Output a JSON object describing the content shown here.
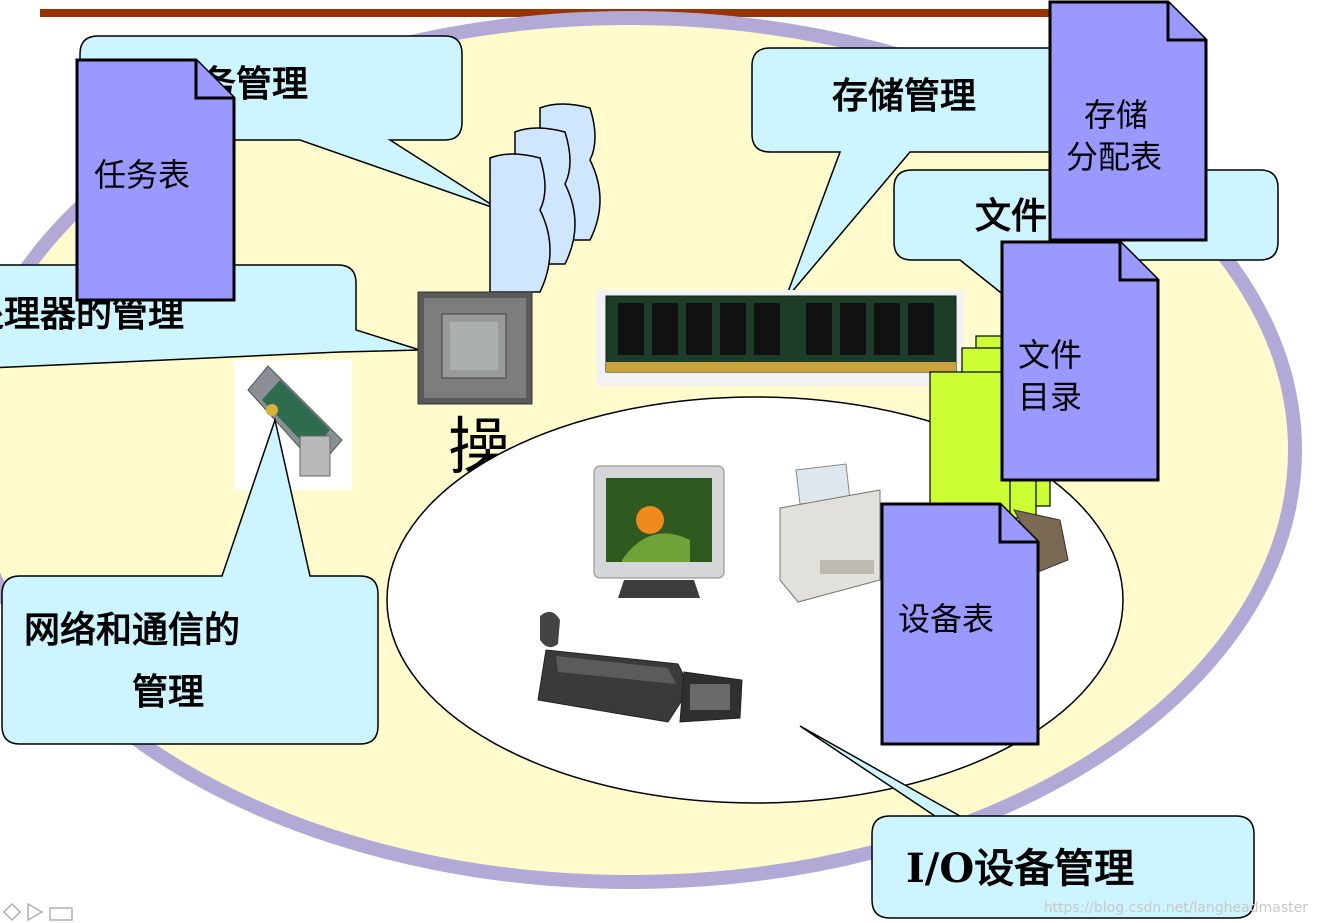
{
  "diagram": {
    "center_fragment": "操",
    "callouts": {
      "task_mgmt": "务管理",
      "storage_mgmt": "存储管理",
      "file_mgmt": "文件",
      "processor_mgmt": "处理器的管理",
      "network_mgmt_line1": "网络和通信的",
      "network_mgmt_line2": "管理",
      "io_mgmt": "I/O设备管理"
    },
    "documents": {
      "task_table": "任务表",
      "storage_table_line1": "存储",
      "storage_table_line2": "分配表",
      "file_dir_line1": "文件",
      "file_dir_line2": "目录",
      "device_table": "设备表"
    }
  },
  "watermark": "https://blog.csdn.net/langheadmaster",
  "colors": {
    "outer_ellipse_fill": "#fffbcc",
    "outer_ellipse_stroke": "#b3a9d6",
    "callout_fill": "#ccf5ff",
    "document_fill": "#9999ff",
    "top_rule": "#993300",
    "folder_green": "#ccff33"
  }
}
